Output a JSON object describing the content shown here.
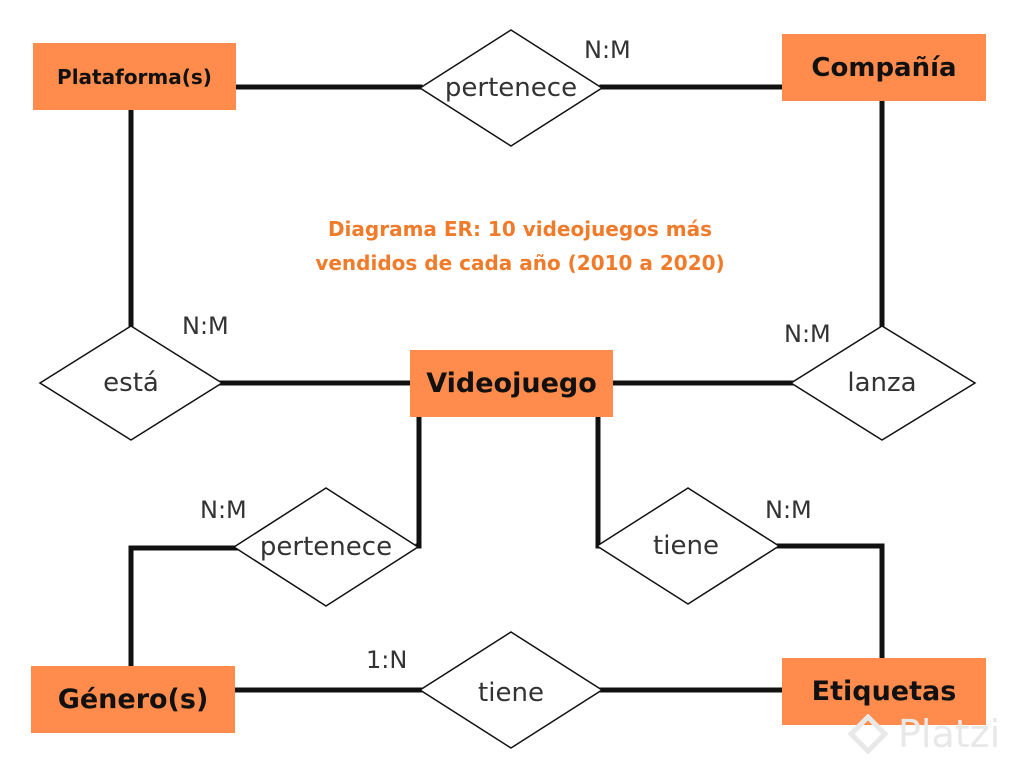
{
  "title": {
    "line1": "Diagrama ER: 10 videojuegos más",
    "line2": "vendidos de cada año (2010 a 2020)"
  },
  "entities": {
    "plataforma": "Plataforma(s)",
    "compania": "Compañía",
    "videojuego": "Videojuego",
    "genero": "Género(s)",
    "etiquetas": "Etiquetas"
  },
  "relationships": {
    "plataforma_compania": {
      "label": "pertenece",
      "cardinality": "N:M"
    },
    "plataforma_videojuego": {
      "label": "está",
      "cardinality": "N:M"
    },
    "compania_videojuego": {
      "label": "lanza",
      "cardinality": "N:M"
    },
    "genero_videojuego": {
      "label": "pertenece",
      "cardinality": "N:M"
    },
    "etiquetas_videojuego": {
      "label": "tiene",
      "cardinality": "N:M"
    },
    "genero_etiquetas": {
      "label": "tiene",
      "cardinality": "1:N"
    }
  },
  "watermark": {
    "text": "Platzi",
    "icon": "platzi-logo-icon"
  },
  "colors": {
    "entity_fill": "#ff8c4c",
    "title": "#f07b2b",
    "line": "#111111",
    "watermark": "#e8e8e8"
  }
}
